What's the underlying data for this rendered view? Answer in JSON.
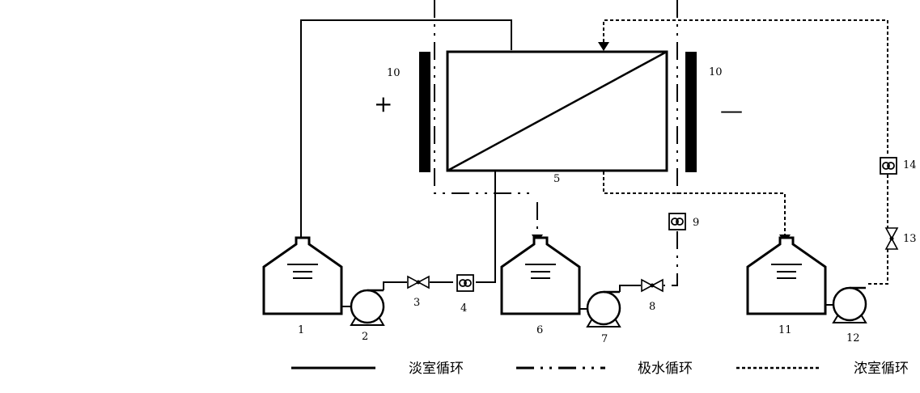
{
  "labels": {
    "tank_1": "1",
    "pump_2": "2",
    "valve_3": "3",
    "flowmeter_4": "4",
    "stack_5": "5",
    "tank_6": "6",
    "pump_7": "7",
    "valve_8": "8",
    "flowmeter_9": "9",
    "electrode_left": "10",
    "electrode_right": "10",
    "tank_11": "11",
    "pump_12": "12",
    "valve_13": "13",
    "flowmeter_14": "14"
  },
  "signs": {
    "anode": "+",
    "cathode": "—"
  },
  "legend": {
    "dilute_loop": "淡室循环",
    "electrode_loop": "极水循环",
    "concentrate_loop": "浓室循环"
  }
}
